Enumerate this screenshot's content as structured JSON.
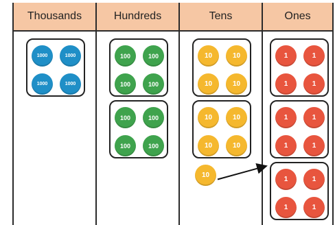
{
  "chart_data": {
    "type": "place_value_chart",
    "columns": [
      {
        "key": "thousands",
        "header": "Thousands",
        "counter_label": "1000",
        "counter_color": "#1f8fc7",
        "groups": [
          4
        ],
        "loose": 0
      },
      {
        "key": "hundreds",
        "header": "Hundreds",
        "counter_label": "100",
        "counter_color": "#3fa34d",
        "groups": [
          4,
          4
        ],
        "loose": 0
      },
      {
        "key": "tens",
        "header": "Tens",
        "counter_label": "10",
        "counter_color": "#f5b82e",
        "groups": [
          4,
          4
        ],
        "loose": 1
      },
      {
        "key": "ones",
        "header": "Ones",
        "counter_label": "1",
        "counter_color": "#e8553e",
        "groups": [
          4,
          4,
          4
        ],
        "loose": 0
      }
    ],
    "exchange": {
      "from": "tens",
      "to": "ones",
      "counters": 1,
      "into_group": 3
    },
    "colors": {
      "header_bg": "#f6c7a4",
      "border": "#2a2a2a",
      "group_border": "#222222"
    }
  }
}
